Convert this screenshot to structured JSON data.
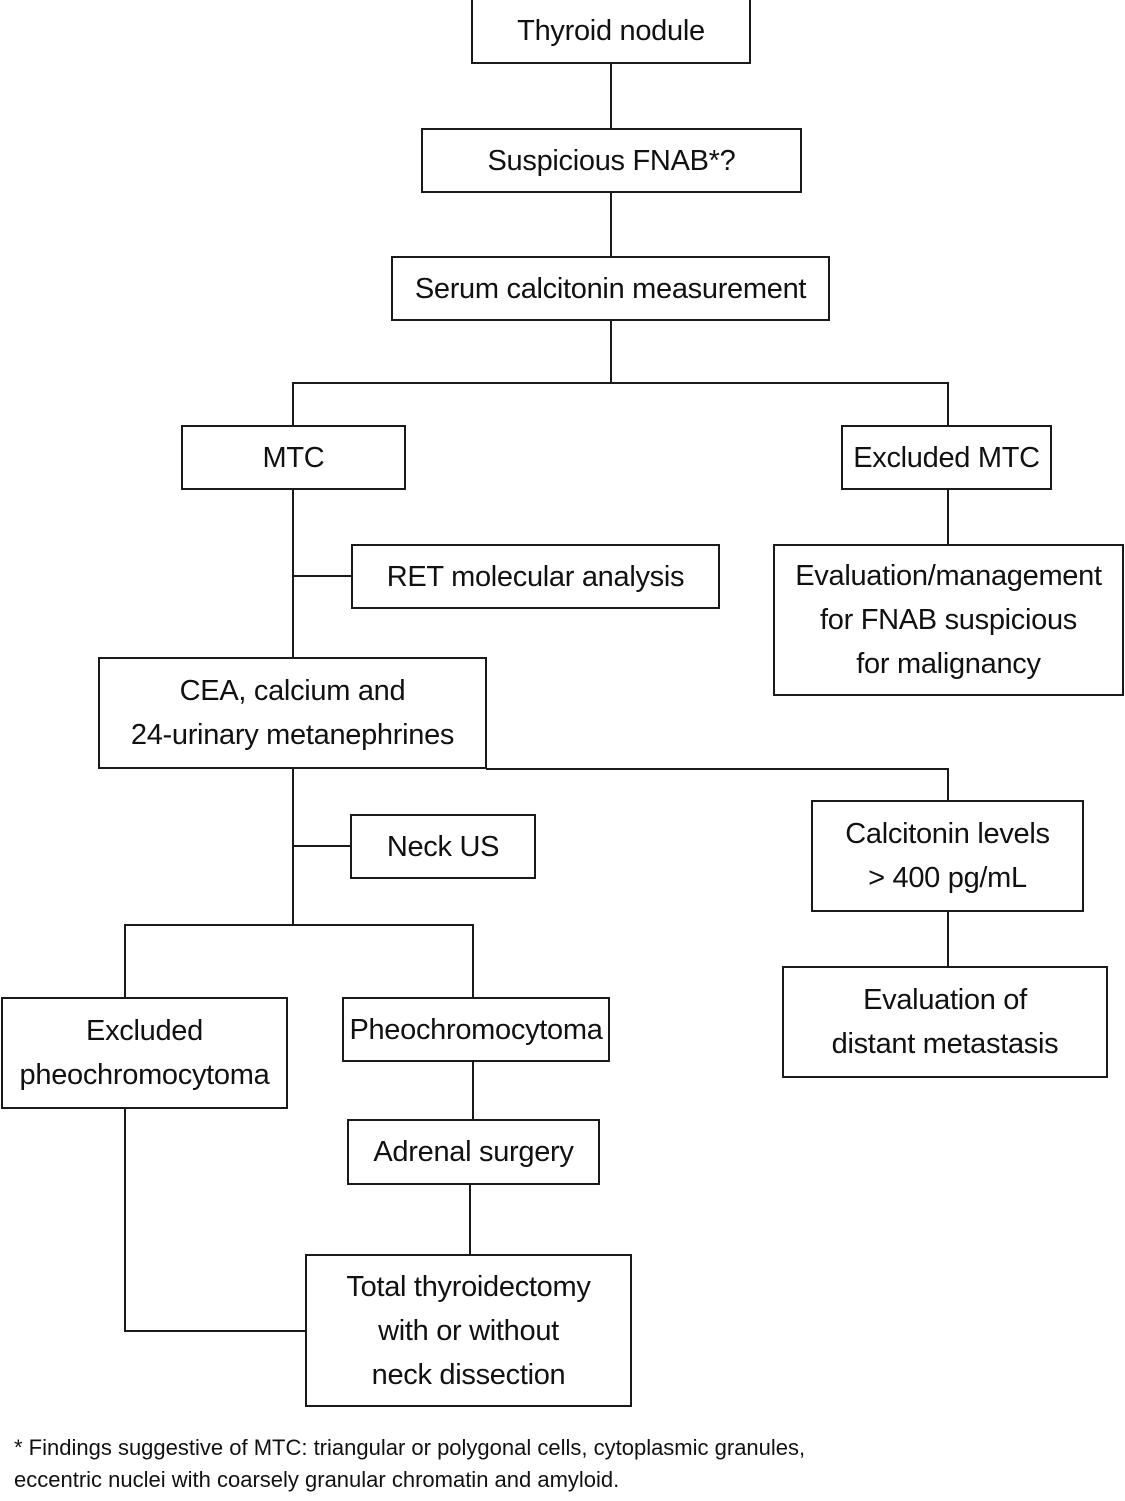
{
  "nodes": {
    "thyroid_nodule": [
      "Thyroid nodule"
    ],
    "suspicious_fnab": [
      "Suspicious FNAB*?"
    ],
    "serum_calcitonin": [
      "Serum calcitonin measurement"
    ],
    "mtc": [
      "MTC"
    ],
    "excluded_mtc": [
      "Excluded MTC"
    ],
    "ret_analysis": [
      "RET molecular analysis"
    ],
    "evaluation_management": [
      "Evaluation/management",
      "for FNAB suspicious",
      "for malignancy"
    ],
    "cea_calcium": [
      "CEA, calcium and",
      "24-urinary metanephrines"
    ],
    "neck_us": [
      "Neck US"
    ],
    "calcitonin_levels": [
      "Calcitonin levels",
      "> 400 pg/mL"
    ],
    "excluded_pheo": [
      "Excluded",
      "pheochromocytoma"
    ],
    "pheochromocytoma": [
      "Pheochromocytoma"
    ],
    "distant_metastasis": [
      "Evaluation of",
      "distant metastasis"
    ],
    "adrenal_surgery": [
      "Adrenal surgery"
    ],
    "total_thyroidectomy": [
      "Total thyroidectomy",
      "with or without",
      "neck dissection"
    ]
  },
  "footnote": [
    "* Findings suggestive of MTC: triangular or polygonal cells, cytoplasmic granules,",
    "eccentric nuclei with coarsely granular chromatin and amyloid."
  ]
}
